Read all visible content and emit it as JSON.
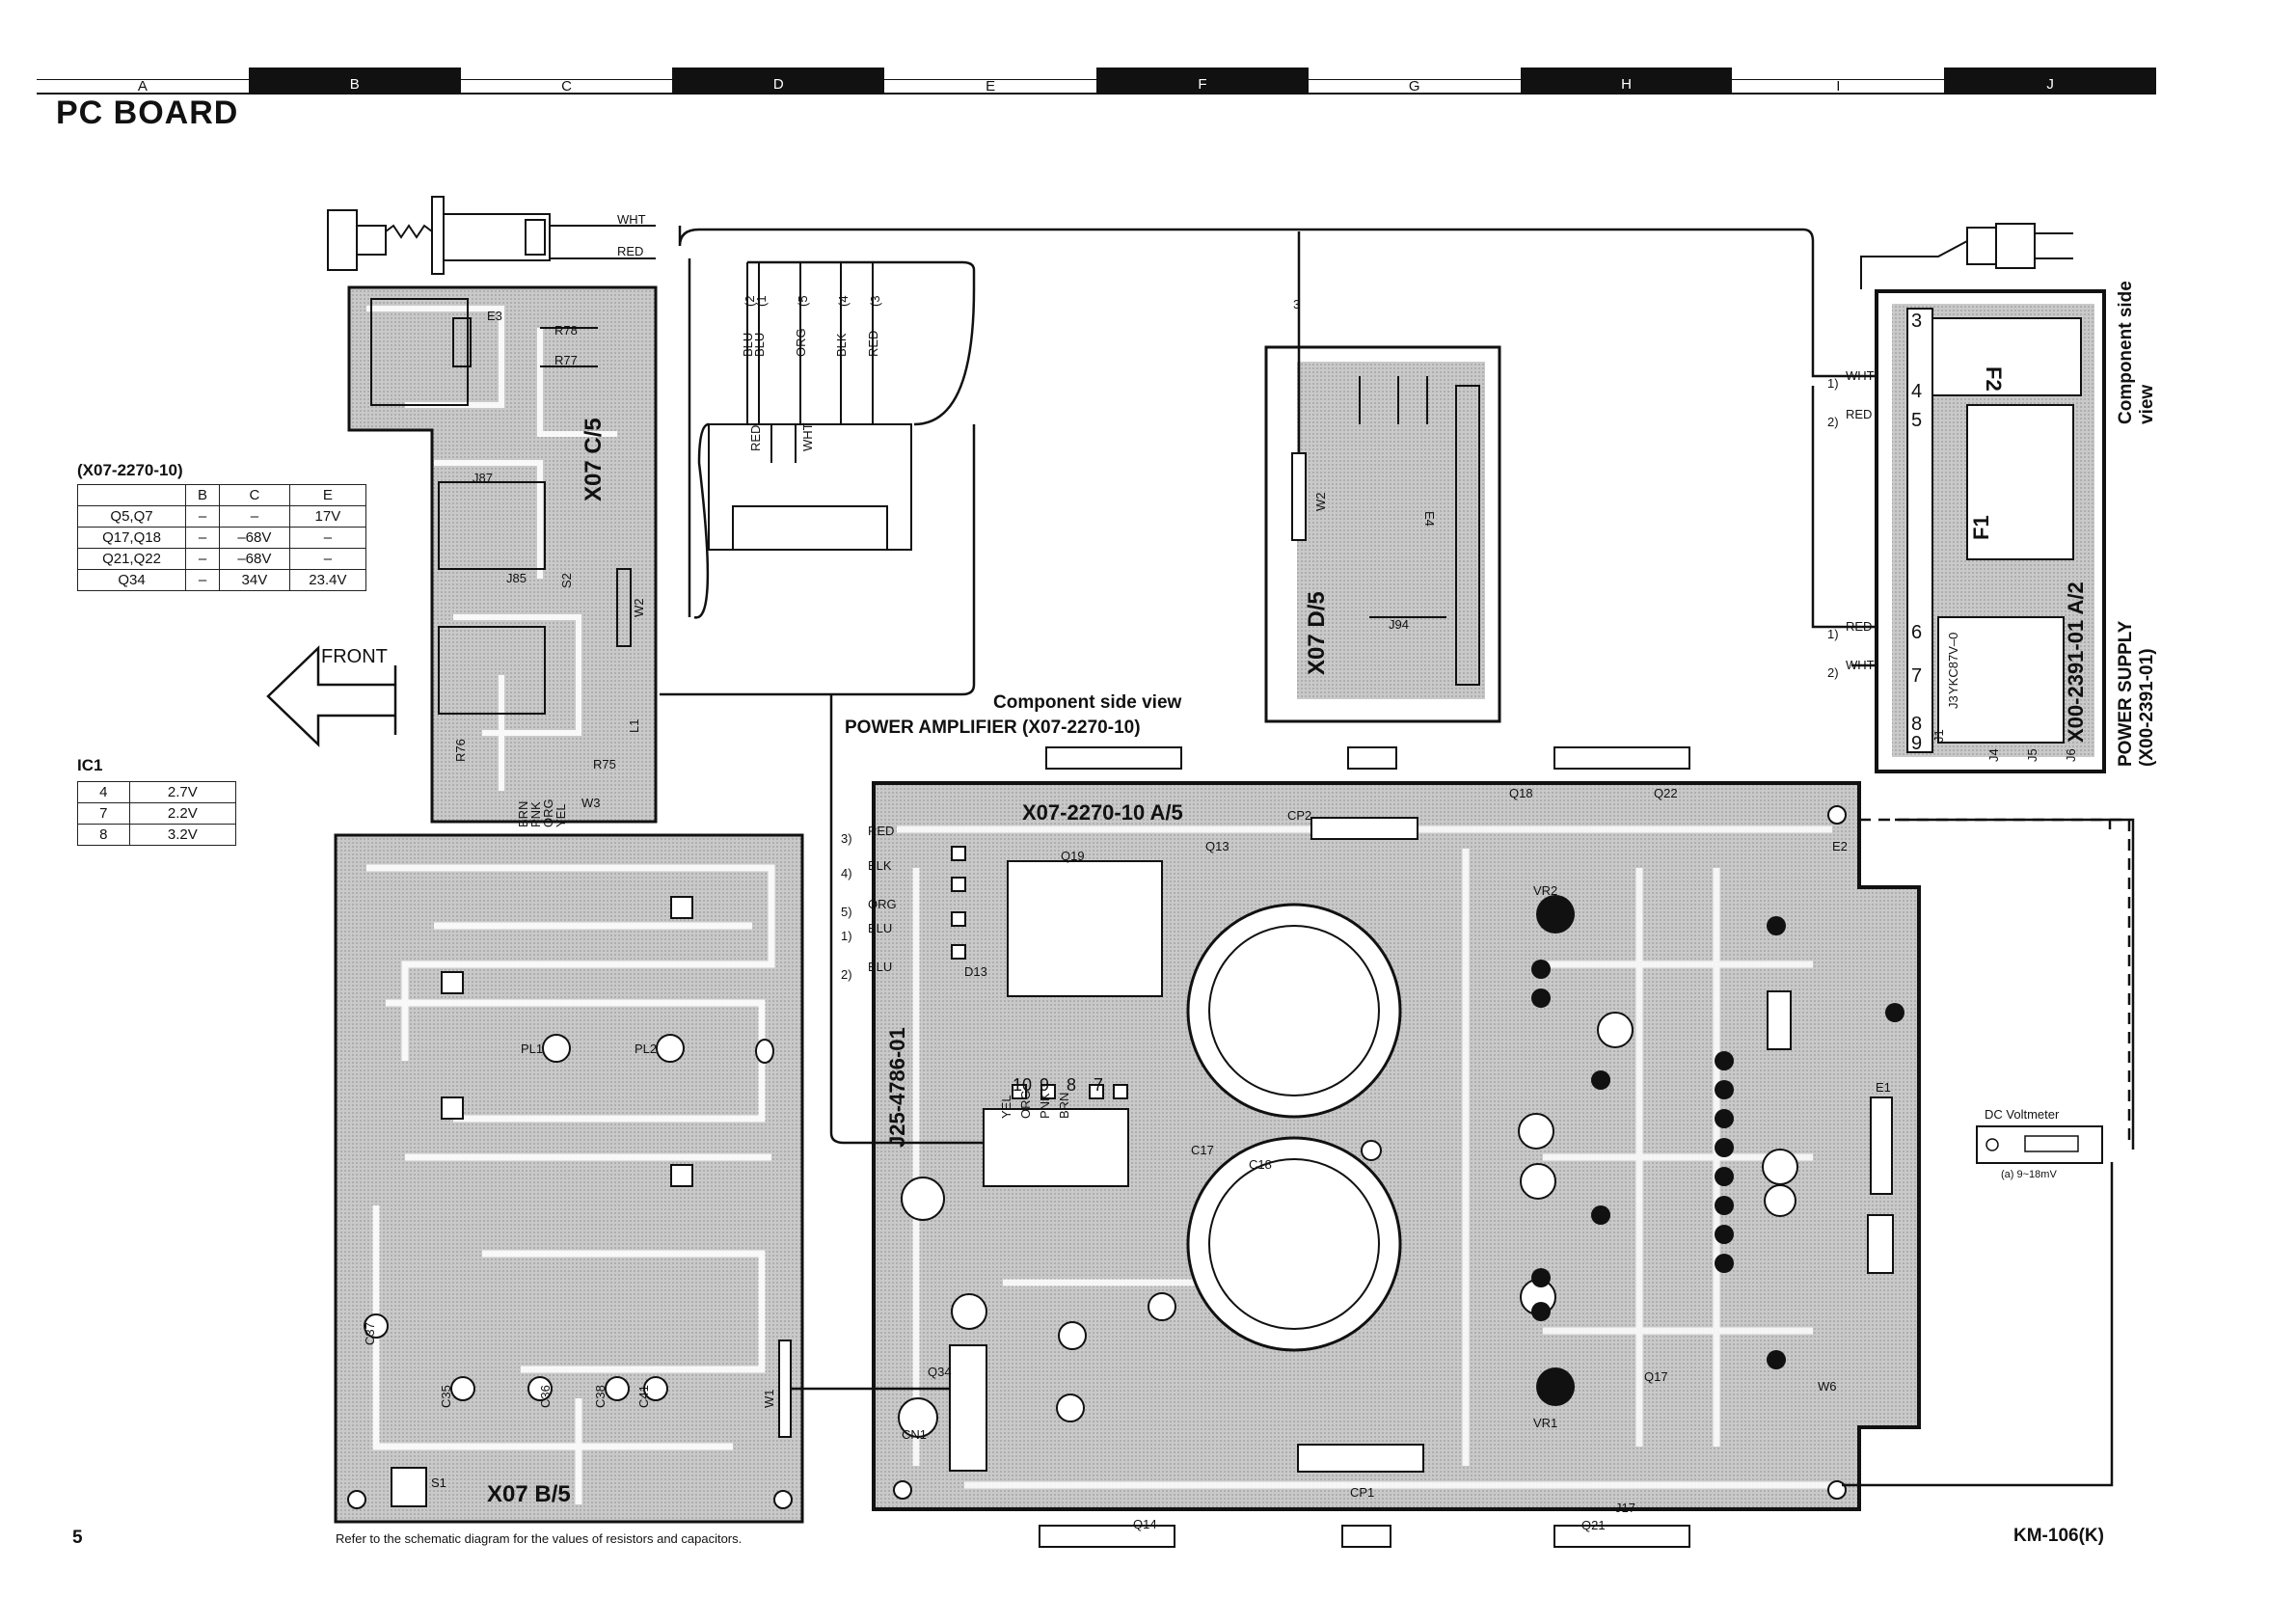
{
  "page": {
    "title": "PC BOARD",
    "page_number": "5",
    "model": "KM-106(K)",
    "footnote": "Refer to the schematic diagram for the values of resistors and capacitors."
  },
  "grid": {
    "columns": [
      {
        "label": "A",
        "dark": false
      },
      {
        "label": "B",
        "dark": true
      },
      {
        "label": "C",
        "dark": false
      },
      {
        "label": "D",
        "dark": true
      },
      {
        "label": "E",
        "dark": false
      },
      {
        "label": "F",
        "dark": true
      },
      {
        "label": "G",
        "dark": false
      },
      {
        "label": "H",
        "dark": true
      },
      {
        "label": "I",
        "dark": false
      },
      {
        "label": "J",
        "dark": true
      }
    ]
  },
  "voltage_table": {
    "title": "(X07-2270-10)",
    "headers": [
      "",
      "B",
      "C",
      "E"
    ],
    "rows": [
      [
        "Q5,Q7",
        "–",
        "–",
        "17V"
      ],
      [
        "Q17,Q18",
        "–",
        "–68V",
        "–"
      ],
      [
        "Q21,Q22",
        "–",
        "–68V",
        "–"
      ],
      [
        "Q34",
        "–",
        "34V",
        "23.4V"
      ]
    ]
  },
  "ic_table": {
    "title": "IC1",
    "rows": [
      [
        "4",
        "2.7V"
      ],
      [
        "7",
        "2.2V"
      ],
      [
        "8",
        "3.2V"
      ]
    ]
  },
  "front_label": "FRONT",
  "boards": {
    "c5": {
      "name": "X07 C/5",
      "refs": [
        "E3",
        "R78",
        "R77",
        "J87",
        "S2",
        "J85",
        "W2",
        "L1",
        "R75",
        "R76",
        "W3"
      ]
    },
    "d5": {
      "name": "X07 D/5",
      "refs": [
        "W2",
        "E4",
        "J94"
      ]
    },
    "b5": {
      "name": "X07 B/5",
      "refs": [
        "PL1",
        "PL2",
        "W1",
        "S1",
        "C37",
        "C35",
        "C36",
        "C38",
        "C41"
      ]
    },
    "supply": {
      "name": "X00-2391-01 A/2",
      "title": "POWER SUPPLY (X00-2391-01)",
      "side_view": "Component side view",
      "refs": [
        "F2",
        "F1",
        "J1",
        "J3",
        "J4",
        "J5",
        "J6",
        "YKC87V–0"
      ]
    },
    "amp": {
      "side_view": "Component side view",
      "title": "POWER AMPLIFIER (X07-2270-10)",
      "name": "X07-2270-10 A/5",
      "part": "J25-4786-01",
      "refs": [
        "CP2",
        "CP1",
        "E2",
        "E1",
        "VR2",
        "VR1",
        "Q34",
        "CN1",
        "W6",
        "J17",
        "C17",
        "C18",
        "Q18",
        "Q22",
        "Q21",
        "Q13",
        "Q14",
        "Q17",
        "Q19",
        "D13"
      ]
    }
  },
  "wires": {
    "top_wht": "WHT",
    "top_red": "RED",
    "transformer": [
      "BLU",
      "BLU",
      "ORG",
      "BLK",
      "RED"
    ],
    "transformer_pins": [
      "2",
      "1",
      "5",
      "4",
      "3"
    ],
    "transformer_red": "RED",
    "transformer_wht": "WHT",
    "w3_wires": [
      "BRN",
      "PNK",
      "ORG",
      "YEL"
    ],
    "amp_inputs": [
      "RED",
      "BLK",
      "ORG",
      "BLU",
      "BLU"
    ],
    "amp_pins": [
      "3",
      "4",
      "5",
      "1",
      "2"
    ],
    "supply_wires": [
      "WHT",
      "RED",
      "RED",
      "WHT"
    ],
    "supply_pins": [
      "1",
      "2",
      "1",
      "2"
    ],
    "supply_terms": [
      "3",
      "4",
      "5",
      "6",
      "7",
      "8",
      "9"
    ],
    "amp_wire_colors": [
      "YEL",
      "ORG",
      "PNK",
      "BRN"
    ],
    "amp_wire_nums": [
      "10",
      "9",
      "8",
      "7"
    ]
  },
  "meter": {
    "label": "DC Voltmeter",
    "range": "(a) 9~18mV"
  }
}
